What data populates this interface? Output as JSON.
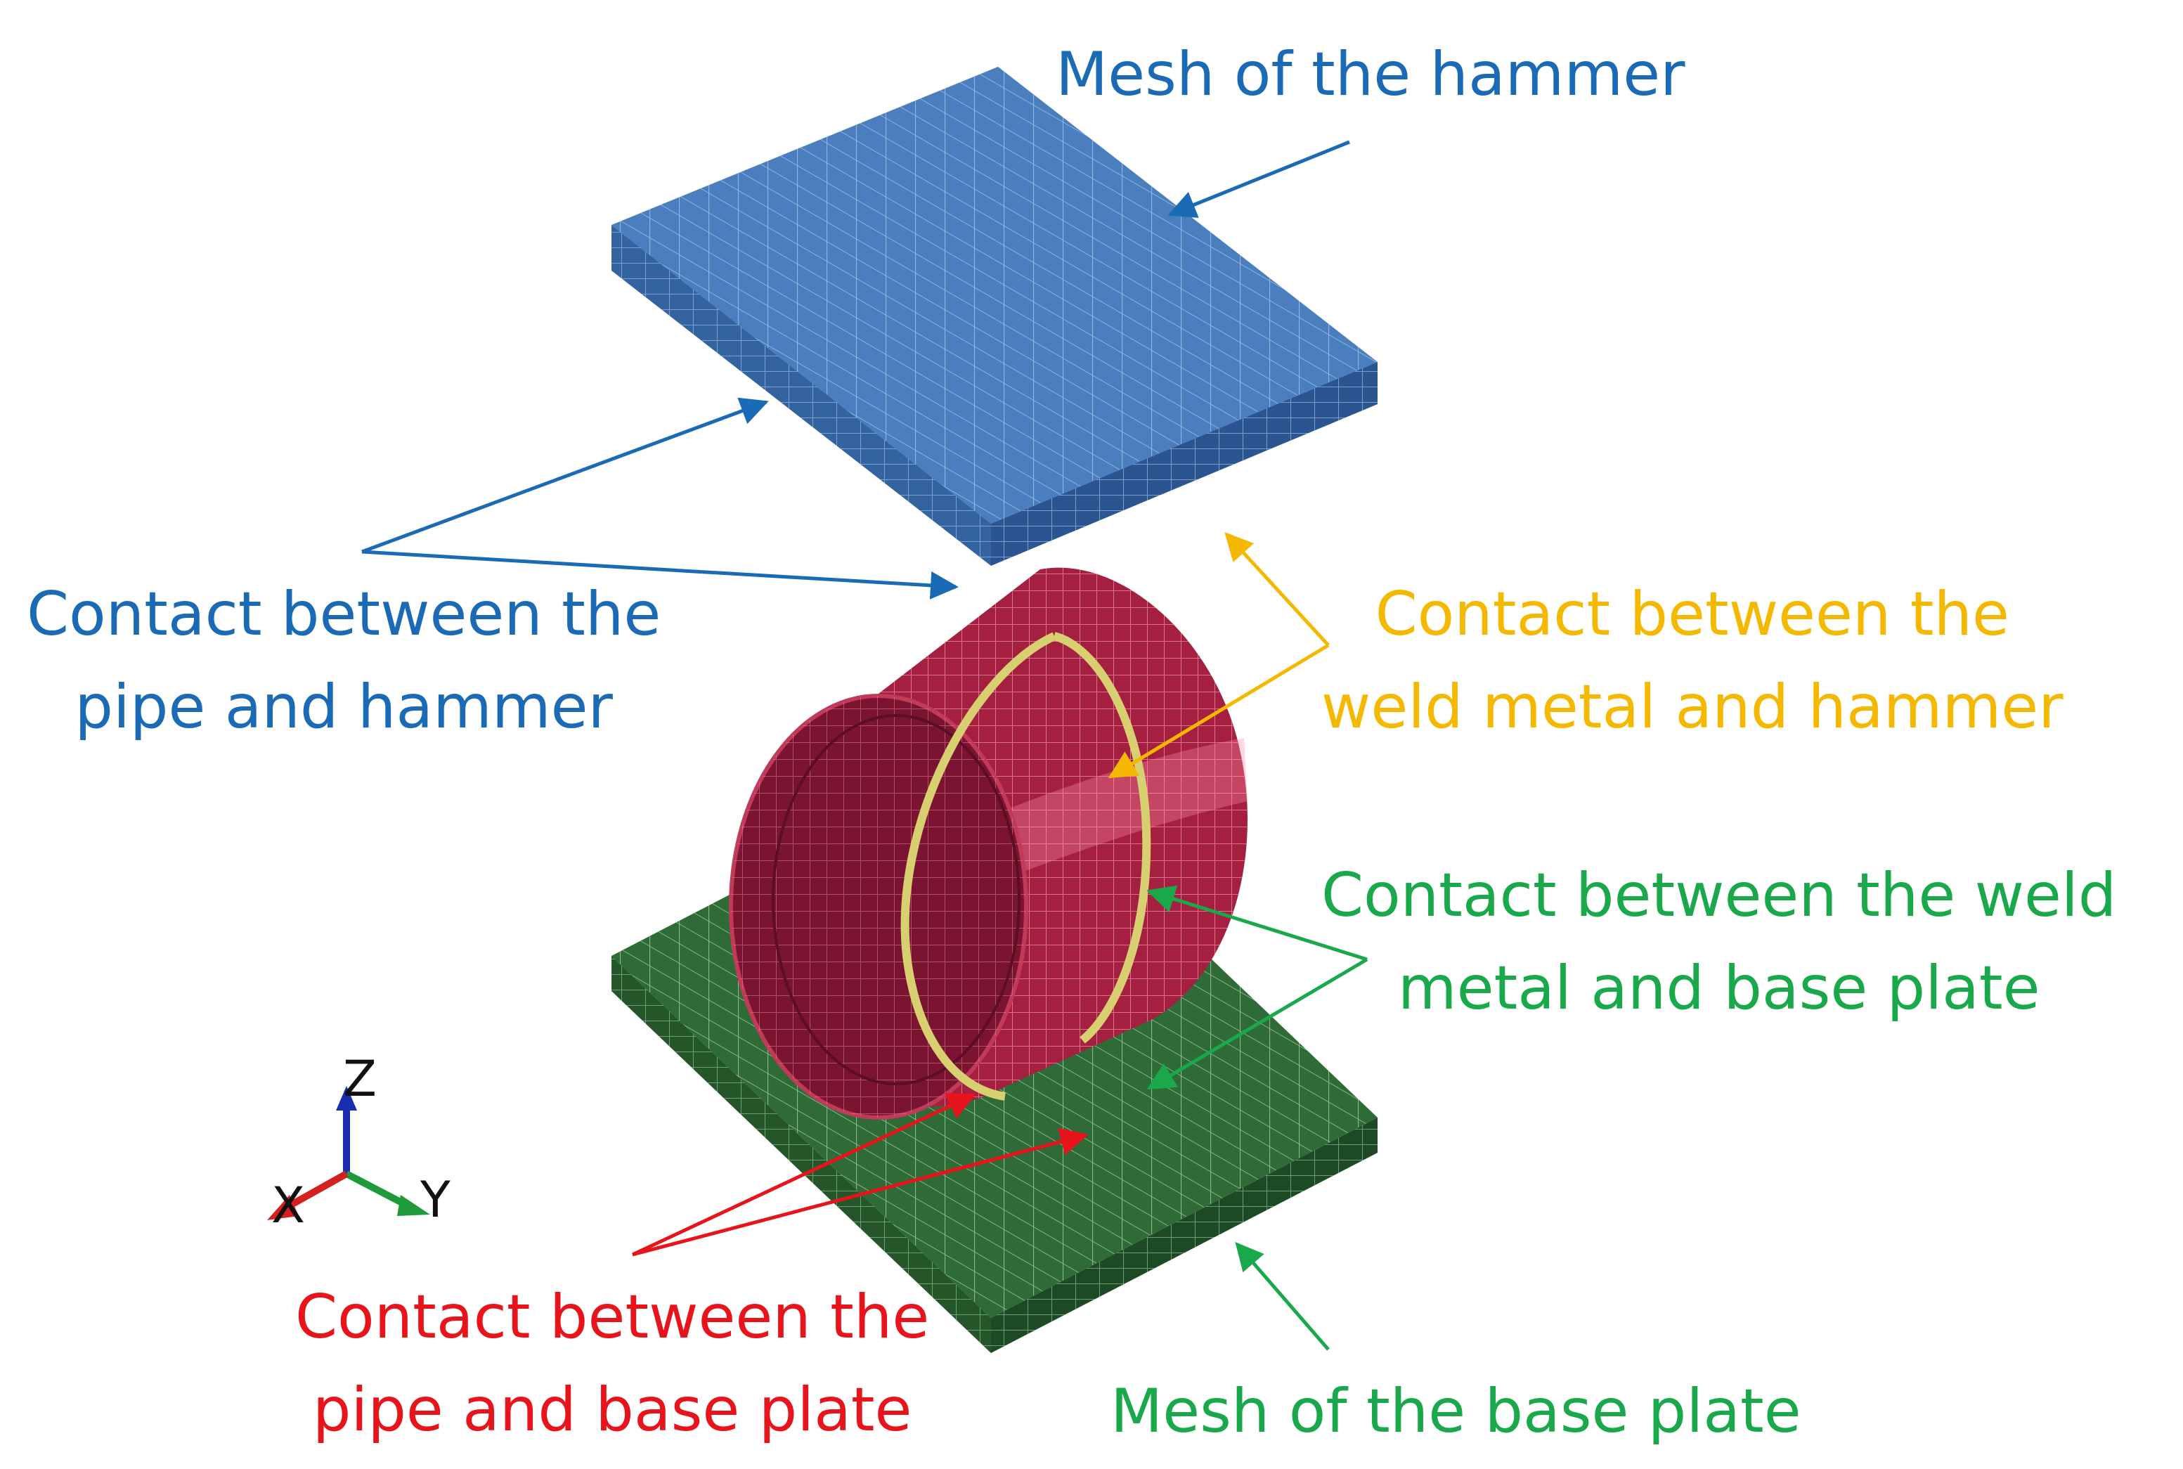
{
  "colors": {
    "hammer_top": "#4a7ebf",
    "hammer_side_a": "#3464a0",
    "hammer_side_b": "#2b5590",
    "pipe": "#a51f40",
    "pipe_inner": "#7a1430",
    "weld": "#d8d070",
    "plate_top": "#2f6b36",
    "plate_side_a": "#24562a",
    "plate_side_b": "#1d4a24",
    "label_blue": "#1b6ab5",
    "label_orange": "#f5b800",
    "label_green": "#19a84a",
    "label_red": "#e8141b"
  },
  "labels": {
    "mesh_hammer": "Mesh of the hammer",
    "pipe_hammer": [
      "Contact between the",
      "pipe and hammer"
    ],
    "weld_hammer": [
      "Contact between the",
      "weld metal and hammer"
    ],
    "weld_plate": [
      "Contact between the weld",
      "metal and base plate"
    ],
    "pipe_plate": [
      "Contact between the",
      "pipe and base plate"
    ],
    "mesh_plate": "Mesh of the base plate"
  },
  "axes": {
    "z": "Z",
    "y": "Y",
    "x": "X"
  }
}
